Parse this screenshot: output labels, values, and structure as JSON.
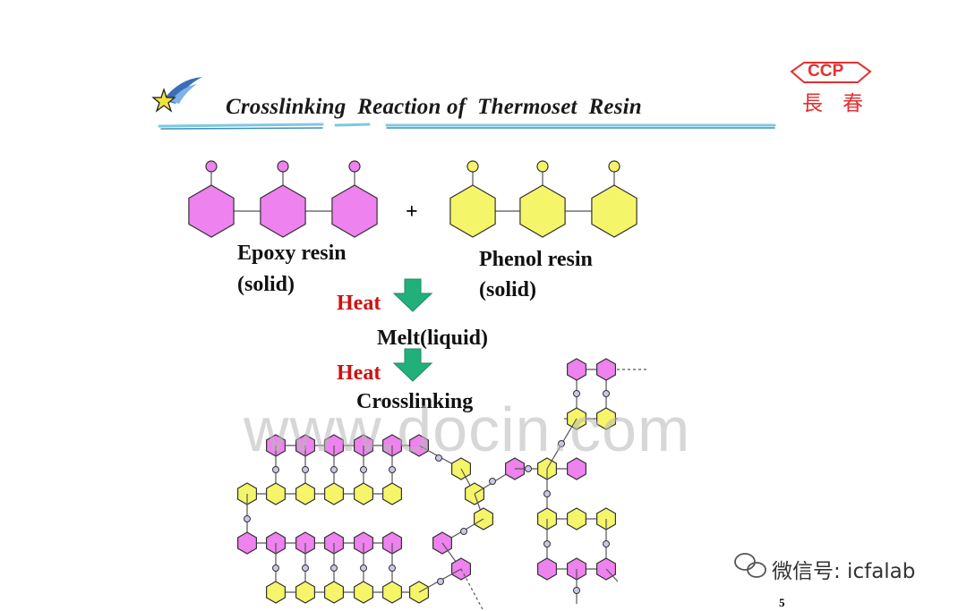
{
  "header": {
    "title": "Crosslinking  Reaction of  Thermoset  Resin",
    "logo_text": "CCP",
    "logo_chinese": "長春"
  },
  "reactants": {
    "epoxy_name": "Epoxy resin",
    "epoxy_state": "(solid)",
    "phenol_name": "Phenol resin",
    "phenol_state": "(solid)",
    "plus": "+"
  },
  "steps": {
    "heat1": "Heat",
    "melt": "Melt(liquid)",
    "heat2": "Heat",
    "crosslinking": "Crosslinking"
  },
  "watermark": "www.docin.com",
  "wechat": "微信号: icfalab",
  "page_number": "5",
  "colors": {
    "epoxy": "#ee82ee",
    "phenol": "#f5f56a",
    "heat": "#d01010",
    "arrow": "#20b27a",
    "underline": "#7ec8e3",
    "logo": "#e23030"
  }
}
